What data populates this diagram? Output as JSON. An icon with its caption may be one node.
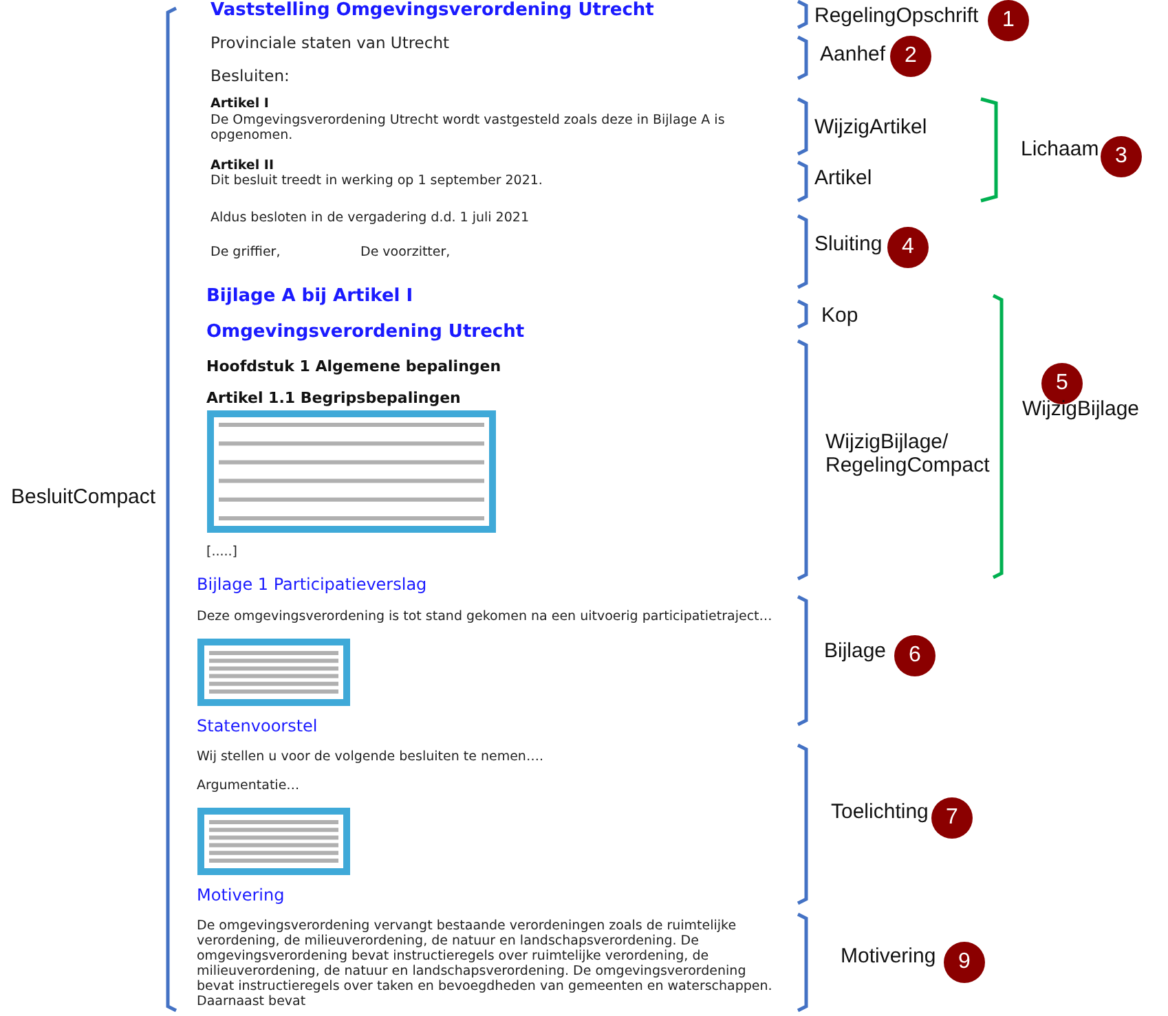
{
  "diagram": {
    "labels": [
      "Vaststelling Omgevingsverordening Utrecht",
      "RegelingOpschrift",
      "1",
      "Provinciale staten van Utrecht",
      "Aanhef",
      "2",
      "Besluiten:",
      "Artikel I",
      "De Omgevingsverordening Utrecht wordt vastgesteld zoals deze in Bijlage A is opgenomen.",
      "WijzigArtikel",
      "Lichaam",
      "3",
      "Artikel II",
      "Dit besluit treedt in werking op 1 september 2021.",
      "Artikel",
      "Aldus besloten in de vergadering d.d. 1 juli 2021",
      "Sluiting",
      "4",
      "De griffier,",
      "De voorzitter,",
      "Bijlage A bij Artikel I",
      "Kop",
      "Omgevingsverordening Utrecht",
      "Hoofdstuk 1 Algemene bepalingen",
      "5",
      "Artikel 1.1 Begripsbepalingen",
      "WijzigBijlage",
      "WijzigBijlage/ RegelingCompact",
      "BesluitCompact",
      "[.....]",
      "Bijlage 1 Participatieverslag",
      "Deze omgevingsverordening is tot stand gekomen na een uitvoerig participatietraject…",
      "Bijlage",
      "6",
      "Statenvoorstel",
      "Wij stellen u voor de volgende besluiten te nemen….",
      "Argumentatie…",
      "Toelichting",
      "7",
      "Motivering",
      "Motivering",
      "9",
      "De omgevingsverordening vervangt bestaande verordeningen zoals de ruimtelijke verordening, de milieuverordening, de natuur en landschapsverordening. De omgevingsverordening bevat instructieregels over ruimtelijke verordening, de milieuverordening, de natuur en landschapsverordening. De omgevingsverordening bevat instructieregels over taken en bevoegdheden van gemeenten en waterschappen. Daarnaast bevat"
    ]
  }
}
